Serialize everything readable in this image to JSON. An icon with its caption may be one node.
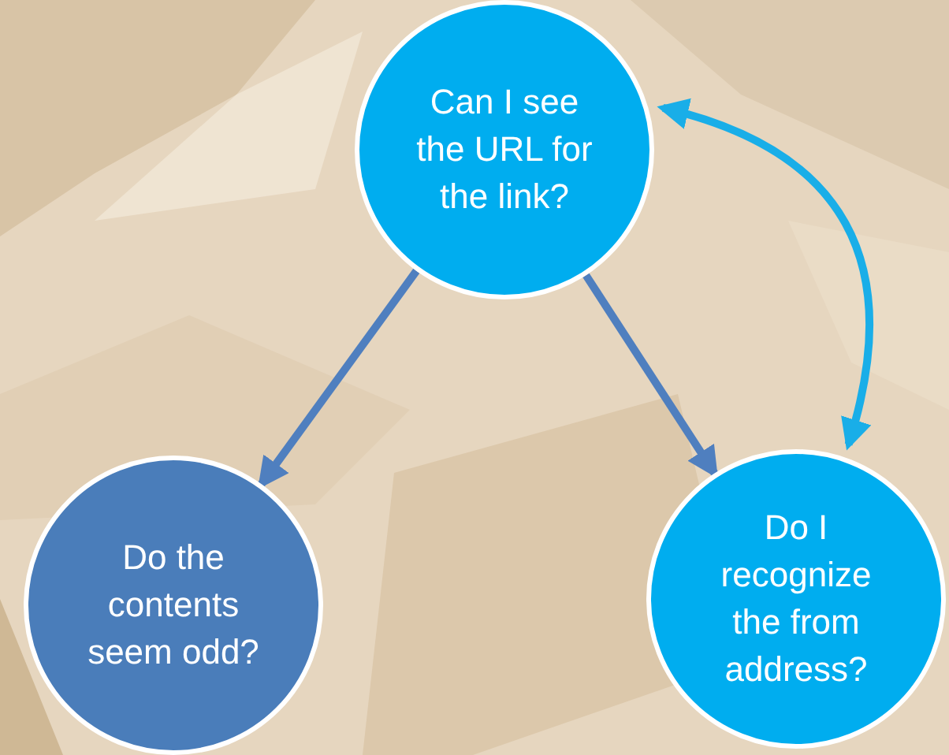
{
  "diagram": {
    "nodes": [
      {
        "text": [
          "Can I see the URL for the link?"
        ]
      },
      {
        "text": [
          "Do the contents seem odd?"
        ]
      },
      {
        "text": [
          "Do I recognize the from address?"
        ]
      }
    ],
    "edges": [
      {
        "from": 0,
        "to": 1,
        "arrow": "to"
      },
      {
        "from": 0,
        "to": 2,
        "arrow": "to"
      },
      {
        "from": 0,
        "to": 2,
        "arrow": "both",
        "color": "#19aee8"
      }
    ]
  }
}
